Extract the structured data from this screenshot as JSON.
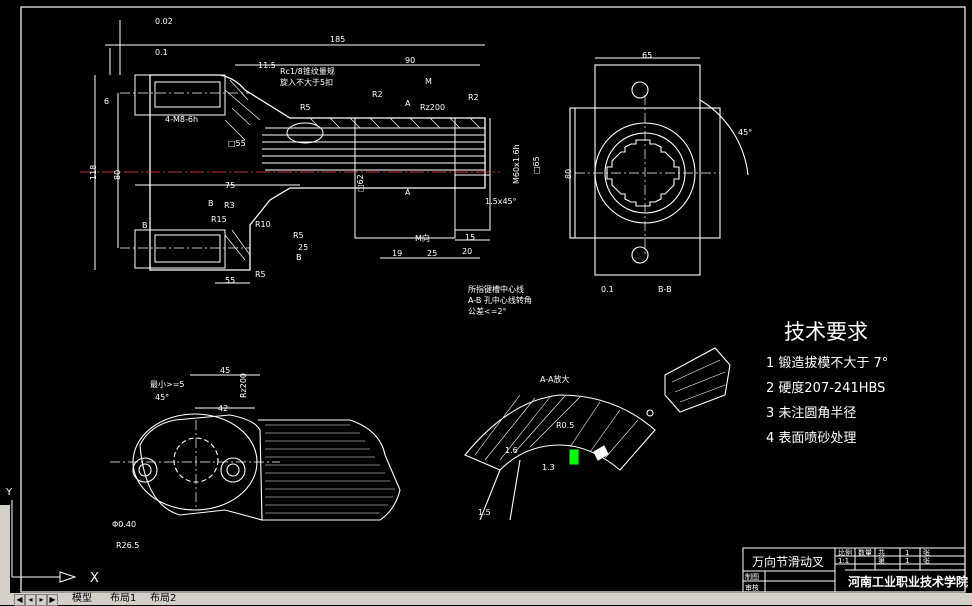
{
  "dimensions": {
    "tol_flatness": "0.02",
    "tol_perp": "0.1",
    "len_185": "185",
    "len_11_5": "11.5",
    "len_90": "90",
    "thread_note_1": "Rc1/8锥纹量规",
    "thread_note_2": "旋入不大于5扣",
    "label_M_top": "M",
    "r5_top": "R5",
    "r2_a": "R2",
    "r200": "Rz200",
    "r2_b": "R2",
    "label_A_top": "A",
    "thread_m8": "4-M8-6h",
    "sq55": "□55",
    "dim_118": "118",
    "dim_80": "80",
    "dim_6": "6",
    "dim_75": "75",
    "dim_62": "□62",
    "label_A_bot": "A",
    "m60": "M60x1.6h",
    "sq65": "□65",
    "chamfer": "1.5x45°",
    "label_B1": "B",
    "label_B2": "B",
    "label_B3": "B",
    "r3": "R3",
    "r10": "R10",
    "r5b": "R5",
    "r15": "R15",
    "dim_25": "25",
    "dim_55_bot": "55",
    "r5c": "R5",
    "m_dir": "M向",
    "dim_15": "15",
    "dim_19": "19",
    "dim_25b": "25",
    "dim_20": "20",
    "note_1": "所指键槽中心线",
    "note_2": "A-B 孔中心线转角",
    "note_3": "公差<=2°",
    "dim_65_right": "65",
    "dim_80_right": "80",
    "angle_45": "45°",
    "tol_box_right": "0.1",
    "view_bb": "B-B",
    "dim_45": "45",
    "min5": "最小>=5",
    "rz200b": "Rz200",
    "angle_45b": "45°",
    "dim_42": "42",
    "phi40": "Φ0.40",
    "r26_5": "R26.5",
    "view_aa": "A-A放大",
    "r0_5": "R0.5",
    "dim_1_6": "1.6",
    "dim_1_5": "1.5",
    "dim_1_3": "1.3"
  },
  "tech": {
    "title": "技术要求",
    "items": [
      "1  锻造拔模不大于 7°",
      "2  硬度207-241HBS",
      "3  未注圆角半径",
      "4  表面喷砂处理"
    ]
  },
  "title_block": {
    "part_name": "万向节滑动叉",
    "ratio_h": "比例",
    "qty_h": "数量",
    "sheets_h": "共",
    "sheets_v": "1",
    "sheet_unit": "张",
    "ratio_v": "1:1",
    "page_h": "第",
    "page_v": "1",
    "page_unit": "张",
    "drawn": "制图",
    "checked": "审核",
    "school": "河南工业职业技术学院"
  },
  "ui": {
    "tabs": [
      "模型",
      "布局1",
      "布局2"
    ],
    "axis_x": "X",
    "axis_y": "Y"
  }
}
